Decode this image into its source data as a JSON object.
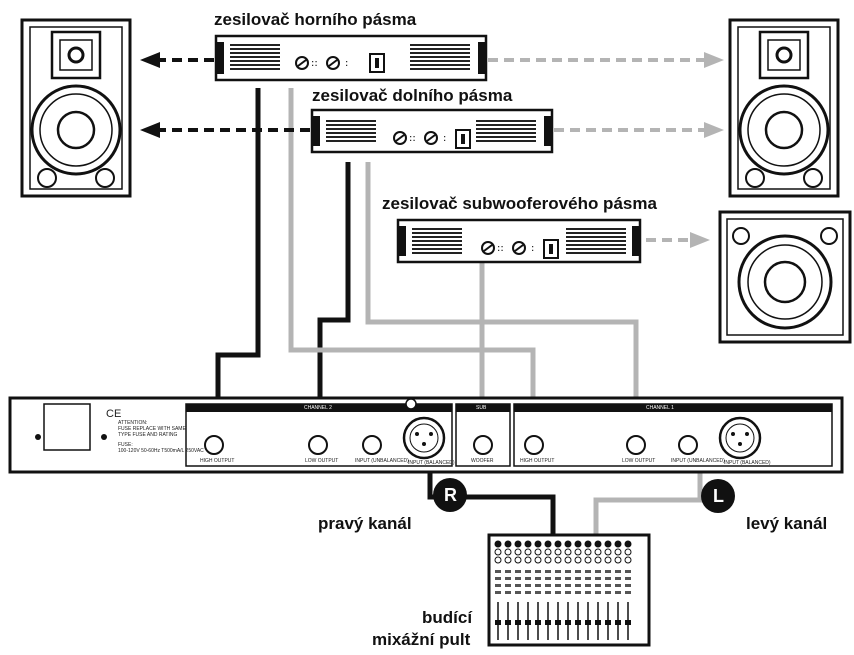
{
  "labels": {
    "high_amp": "zesilovač horního pásma",
    "low_amp": "zesilovač dolního pásma",
    "sub_amp": "zesilovač subwooferového pásma",
    "right_channel": "pravý kanál",
    "left_channel": "levý kanál",
    "mixer_line1": "budící",
    "mixer_line2": "mixážní pult",
    "badge_r": "R",
    "badge_l": "L"
  },
  "crossover": {
    "channel2": "CHANNEL 2",
    "channel1": "CHANNEL 1",
    "sub": "SUB",
    "high_out": "HIGH OUTPUT",
    "low_out": "LOW OUTPUT",
    "input_unbal": "INPUT (UNBALANCED)",
    "input_bal": "INPUT (BALANCED)",
    "woofer": "WOOFER",
    "attention": "ATTENTION:",
    "attention_text1": "FUSE REPLACE WITH SAME",
    "attention_text2": "TYPE FUSE AND RATING",
    "fuse": "FUSE:",
    "fuse_text": "100-120V 50-60Hz T500mA/L 250VAC",
    "ce": "CE"
  },
  "colors": {
    "black_cable": "#111111",
    "gray_cable": "#b4b4b4"
  }
}
